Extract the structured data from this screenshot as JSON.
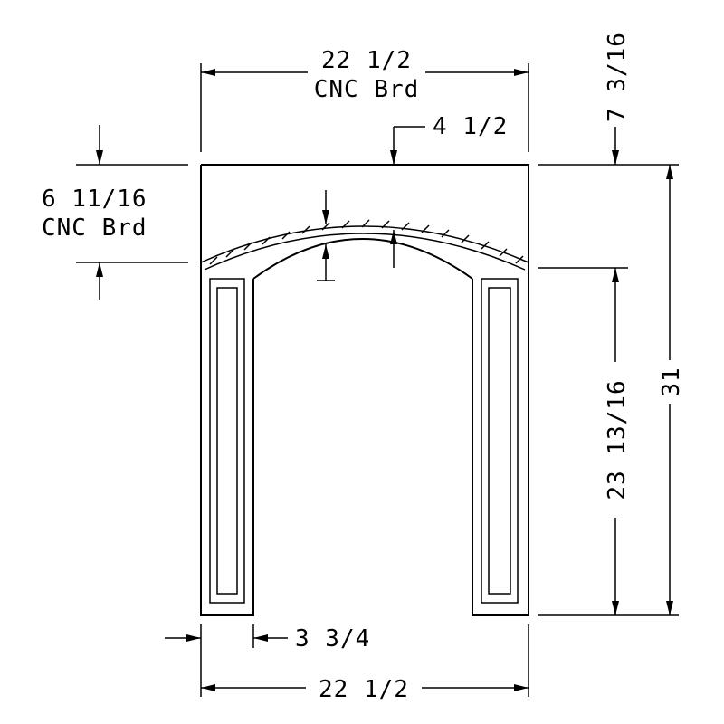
{
  "drawing": {
    "dims": {
      "top_width": "22 1/2",
      "top_width_note": "CNC Brd",
      "arch_rise": "4 1/2",
      "right_top_offset": "7 3/16",
      "left_height": "6 11/16",
      "left_height_note": "CNC Brd",
      "leg_height": "23 13/16",
      "total_height": "31",
      "leg_width": "3 3/4",
      "bottom_width": "22 1/2"
    }
  }
}
